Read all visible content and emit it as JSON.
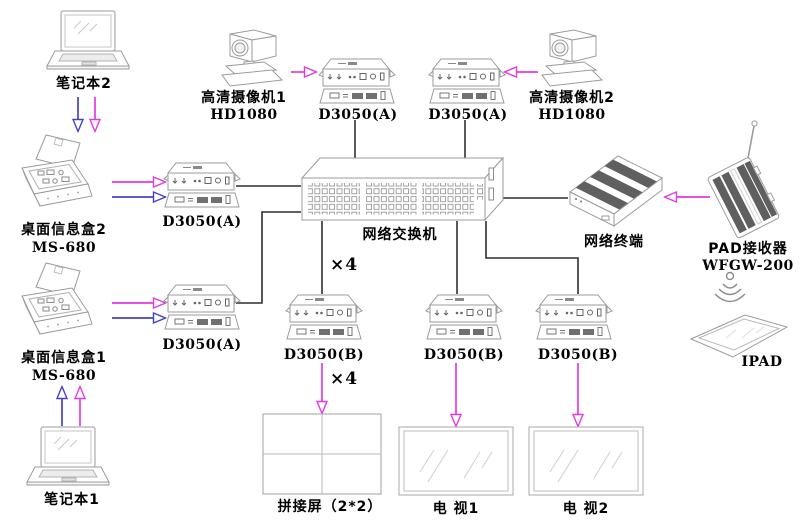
{
  "colors": {
    "magenta_arrow": "#e23ae2",
    "blue_arrow": "#4343c8",
    "black_line": "#2f2f2f",
    "device_outline": "#9b9b9b",
    "dark_panel": "#5f5f5f"
  },
  "nodes": {
    "laptop2": {
      "label": "笔记本2"
    },
    "camera1": {
      "label": "高清摄像机1",
      "sublabel": "HD1080"
    },
    "d3050_cam1": {
      "label": "D3050(A)"
    },
    "d3050_cam2": {
      "label": "D3050(A)"
    },
    "camera2": {
      "label": "高清摄像机2",
      "sublabel": "HD1080"
    },
    "infobox2": {
      "label": "桌面信息盒2",
      "sublabel": "MS-680"
    },
    "d3050_box2": {
      "label": "D3050(A)"
    },
    "switch": {
      "label": "网络交换机"
    },
    "terminal": {
      "label": "网络终端"
    },
    "pad_receiver": {
      "label": "PAD接收器",
      "sublabel": "WFGW-200"
    },
    "infobox1": {
      "label": "桌面信息盒1",
      "sublabel": "MS-680"
    },
    "d3050_box1": {
      "label": "D3050(A)"
    },
    "d3050_b1": {
      "label": "D3050(B)"
    },
    "d3050_b2": {
      "label": "D3050(B)"
    },
    "d3050_b3": {
      "label": "D3050(B)"
    },
    "ipad": {
      "label": "IPAD"
    },
    "laptop1": {
      "label": "笔记本1"
    },
    "videowall": {
      "label": "拼接屏（2*2）"
    },
    "tv1": {
      "label": "电 视1"
    },
    "tv2": {
      "label": "电 视2"
    }
  },
  "annotations": {
    "multiplier_top": "×4",
    "multiplier_bottom": "×4"
  }
}
